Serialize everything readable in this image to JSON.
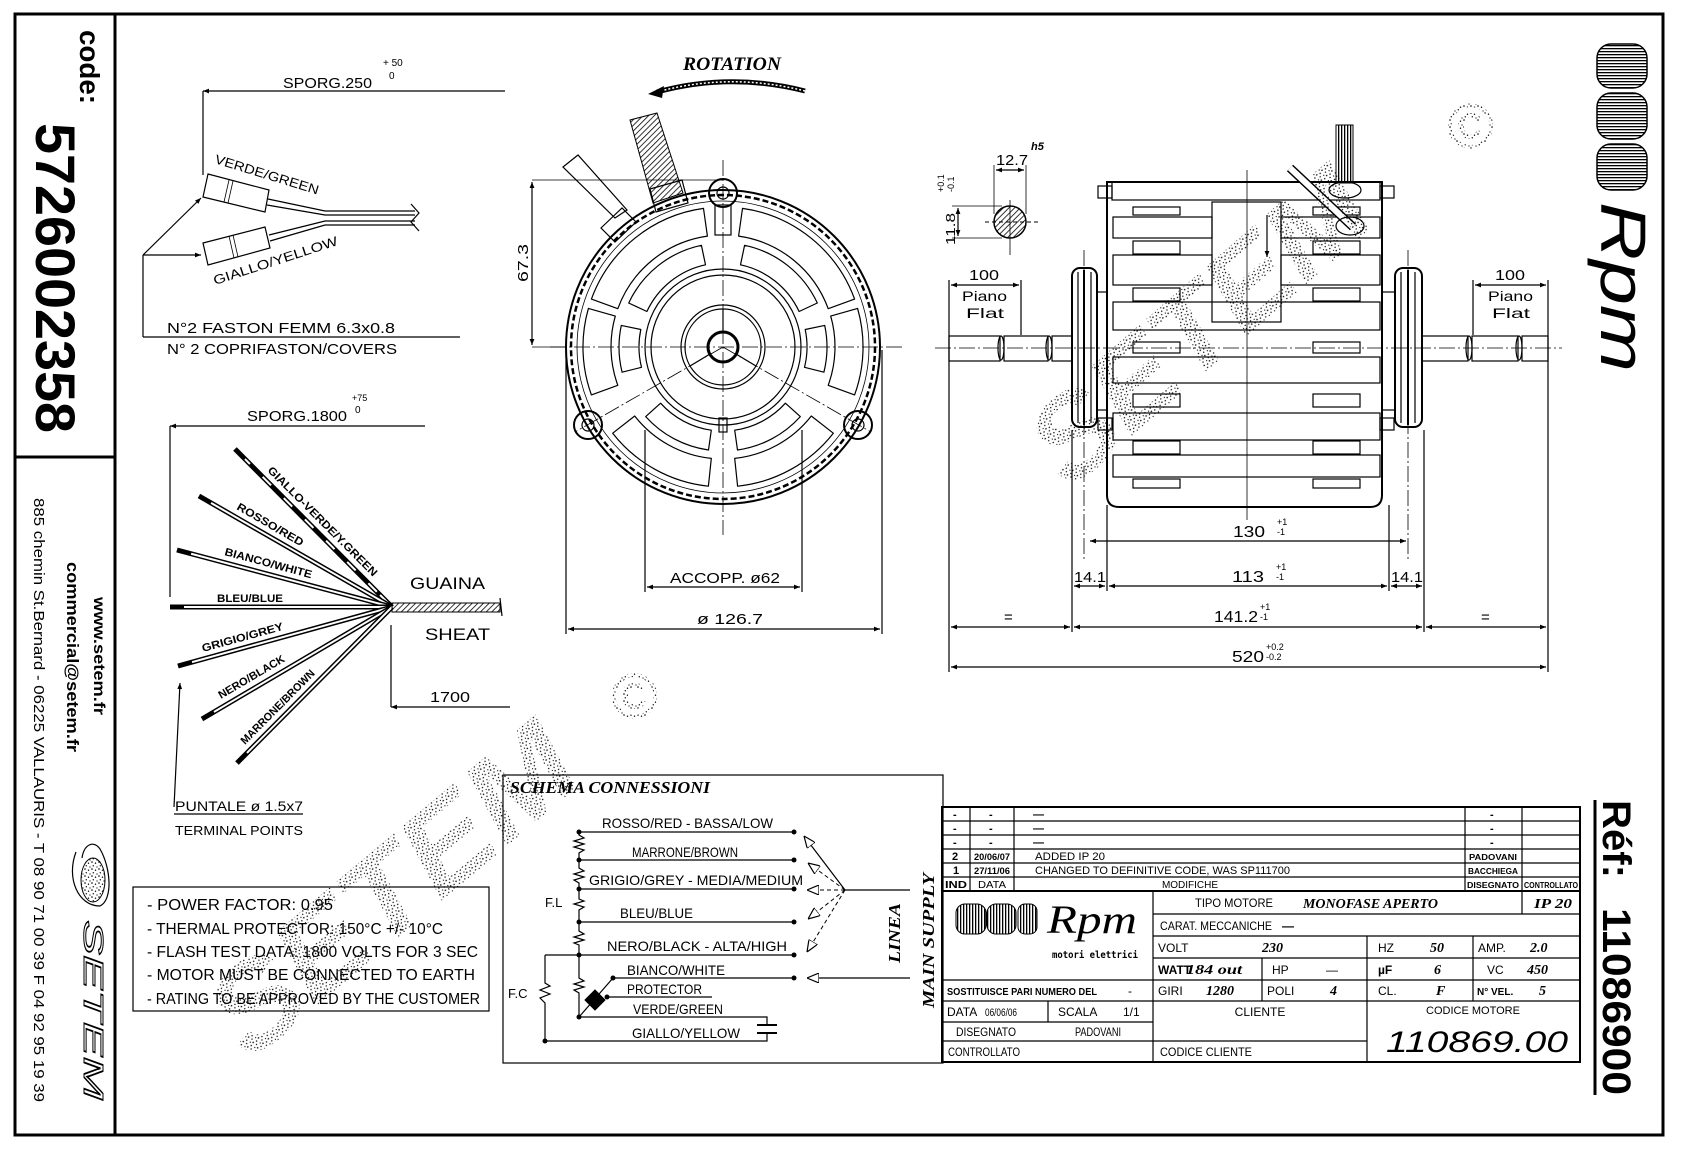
{
  "document": {
    "code_label": "code:",
    "code_value": "5726002358",
    "ref_label": "Réf:",
    "ref_value": "11086900",
    "company": {
      "website": "www.setem.fr",
      "email": "commercial@setem.fr",
      "address": "885 chemin St.Bernard  -  06225 VALLAURIS  -  T 08 90 71 00 39   F 04 92 95 19 39",
      "logo_text": "SETEM"
    },
    "brand": {
      "name": "Rpm"
    },
    "watermark": {
      "text": "SETEM",
      "symbol": "©"
    }
  },
  "faston": {
    "sporg_label": "SPORG.250",
    "sporg_tol_plus": "+ 50",
    "sporg_tol_minus": "0",
    "wire_labels": [
      "VERDE/GREEN",
      "GIALLO/YELLOW"
    ],
    "note_lines": [
      "N°2 FASTON FEMM 6.3x0.8",
      "N° 2 COPRIFASTON/COVERS"
    ]
  },
  "cable": {
    "sporg_label": "SPORG.1800",
    "sporg_tol_plus": "+75",
    "sporg_tol_minus": "0",
    "wires": [
      "GIALLO-VERDE/Y.GREEN",
      "ROSSO/RED",
      "BIANCO/WHITE",
      "BLEU/BLUE",
      "GRIGIO/GREY",
      "NERO/BLACK",
      "MARRONE/BROWN"
    ],
    "sheath_label": "GUAINA",
    "sheath_label_en": "SHEAT",
    "sheath_length": "1700",
    "terminal_label": "PUNTALE ø 1.5x7",
    "terminal_label_en": "TERMINAL POINTS"
  },
  "notes": [
    "- POWER FACTOR: 0.95",
    "- THERMAL PROTECTOR: 150°C +/- 10°C",
    "- FLASH TEST DATA: 1800 VOLTS FOR 3 SEC",
    "- MOTOR MUST BE CONNECTED TO EARTH",
    "- RATING TO BE APPROVED BY THE CUSTOMER"
  ],
  "front_view": {
    "rotation_label": "ROTATION",
    "height_dim": "67.3",
    "coupling_dim": "ACCOPP. ø62",
    "diameter_dim": "ø 126.7"
  },
  "side_view": {
    "shaft_section": {
      "width": "12.7",
      "width_fit": "h5",
      "height": "11.8",
      "height_tol_plus": "+0.1",
      "height_tol_minus": "-0.1"
    },
    "flat_left": {
      "length": "100",
      "label": "Piano",
      "label_en": "Flat"
    },
    "flat_right": {
      "length": "100",
      "label": "Piano",
      "label_en": "Flat"
    },
    "dims": {
      "body": {
        "value": "130",
        "tol_plus": "+1",
        "tol_minus": "-1"
      },
      "stator": {
        "value": "113",
        "tol_plus": "+1",
        "tol_minus": "-1"
      },
      "bearing_left": "14.1",
      "bearing_right": "14.1",
      "between_discs": {
        "value": "141.2",
        "tol_plus": "+1",
        "tol_minus": "-1"
      },
      "equal_left": "=",
      "equal_right": "=",
      "overall": {
        "value": "520",
        "tol_plus": "+0.2",
        "tol_minus": "-0.2"
      }
    }
  },
  "schema": {
    "title": "SCHEMA CONNESSIONI",
    "connections": [
      "ROSSO/RED - BASSA/LOW",
      "MARRONE/BROWN",
      "GRIGIO/GREY - MEDIA/MEDIUM",
      "BLEU/BLUE",
      "NERO/BLACK - ALTA/HIGH",
      "BIANCO/WHITE",
      "PROTECTOR",
      "VERDE/GREEN",
      "GIALLO/YELLOW"
    ],
    "fl_label": "F.L",
    "fc_label": "F.C",
    "supply_label": "LINEA",
    "supply_label_en": "MAIN SUPPLY"
  },
  "title_block": {
    "revision_headers": {
      "ind": "IND",
      "date": "DATA",
      "desc": "MODIFICHE",
      "drawn": "DISEGNATO",
      "checked": "CONTROLLATO"
    },
    "revisions": [
      {
        "ind": "-",
        "date": "-",
        "desc": "—",
        "drawn": "-"
      },
      {
        "ind": "-",
        "date": "-",
        "desc": "—",
        "drawn": "-"
      },
      {
        "ind": "-",
        "date": "-",
        "desc": "—",
        "drawn": "-"
      },
      {
        "ind": "2",
        "date": "20/06/07",
        "desc": "ADDED IP 20",
        "drawn": "PADOVANI"
      },
      {
        "ind": "1",
        "date": "27/11/06",
        "desc": "CHANGED TO DEFINITIVE CODE, WAS SP111700",
        "drawn": "BACCHIEGA"
      }
    ],
    "brand_name": "Rpm",
    "brand_tagline": "motori elettrici",
    "motor_type_label": "TIPO MOTORE",
    "motor_type": "MONOFASE APERTO",
    "protection": "IP 20",
    "mech_label": "CARAT. MECCANICHE",
    "mech_value": "—",
    "specs": {
      "volt": {
        "label": "VOLT",
        "value": "230"
      },
      "hz": {
        "label": "HZ",
        "value": "50"
      },
      "amp": {
        "label": "AMP.",
        "value": "2.0"
      },
      "watt": {
        "label": "WATT",
        "value": "184 out"
      },
      "hp": {
        "label": "HP",
        "value": "—"
      },
      "uf": {
        "label": "µF",
        "value": "6"
      },
      "vc": {
        "label": "VC",
        "value": "450"
      },
      "rpm": {
        "label": "GIRI",
        "value": "1280"
      },
      "poles": {
        "label": "POLI",
        "value": "4"
      },
      "insulation_class": {
        "label": "CL.",
        "value": "F"
      },
      "speeds": {
        "label": "N° VEL.",
        "value": "5"
      }
    },
    "replaces_label": "SOSTITUISCE PARI NUMERO DEL",
    "replaces_value": "-",
    "date_label": "DATA",
    "date": "06/06/06",
    "scale_label": "SCALA",
    "scale": "1/1",
    "drawn_label": "DISEGNATO",
    "drawn_by": "PADOVANI",
    "checked_label": "CONTROLLATO",
    "client_label": "CLIENTE",
    "client_code_label": "CODICE CLIENTE",
    "motor_code_label": "CODICE MOTORE",
    "motor_code": "110869.00"
  }
}
